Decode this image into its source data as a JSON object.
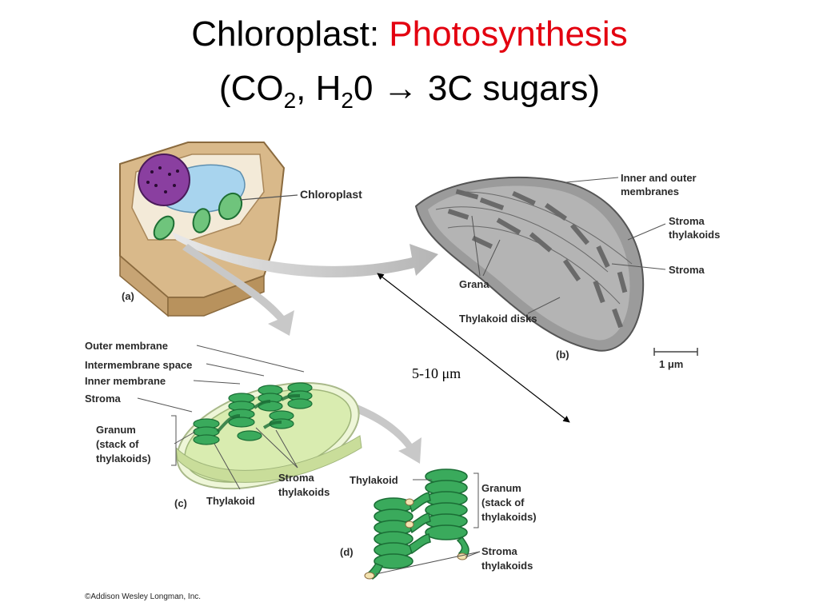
{
  "title": {
    "line1_prefix": "Chloroplast: ",
    "line1_highlight": "Photosynthesis",
    "line2_open": "(CO",
    "line2_sub1": "2",
    "line2_mid": ", H",
    "line2_sub2": "2",
    "line2_rest": "0 → 3C sugars)"
  },
  "colors": {
    "highlight": "#e3000f",
    "thylakoid": "#3aaa5c",
    "stroma": "#d9ecb0",
    "cell_wall": "#d9b98a",
    "nucleus": "#8a3fa0",
    "vacuole": "#a8d4ee"
  },
  "panel_a": {
    "label": "(a)",
    "chloroplast_label": "Chloroplast"
  },
  "panel_b": {
    "label": "(b)",
    "inner_outer": [
      "Inner and outer",
      "membranes"
    ],
    "stroma_thylakoids": [
      "Stroma",
      "thylakoids"
    ],
    "stroma": "Stroma",
    "grana": "Grana",
    "thylakoid_disks": "Thylakoid disks",
    "scale_bar": "1 μm"
  },
  "size_annotation": "5-10 μm",
  "panel_c": {
    "label": "(c)",
    "outer_membrane": "Outer membrane",
    "intermembrane_space": "Intermembrane space",
    "inner_membrane": "Inner membrane",
    "stroma": "Stroma",
    "granum": [
      "Granum",
      "(stack of",
      "thylakoids)"
    ],
    "stroma_thylakoids": [
      "Stroma",
      "thylakoids"
    ],
    "thylakoid": "Thylakoid"
  },
  "panel_d": {
    "label": "(d)",
    "thylakoid": "Thylakoid",
    "granum": [
      "Granum",
      "(stack of",
      "thylakoids)"
    ],
    "stroma_thylakoids": [
      "Stroma",
      "thylakoids"
    ]
  },
  "credit": "©Addison Wesley Longman, Inc."
}
